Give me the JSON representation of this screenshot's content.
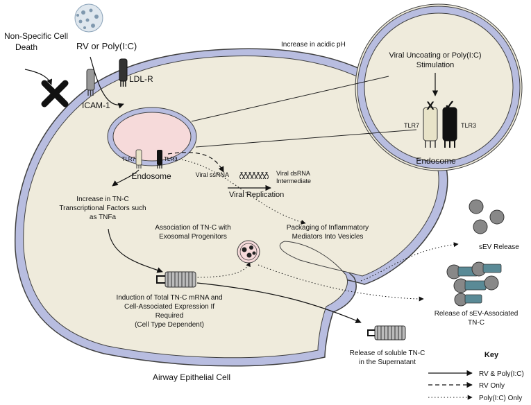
{
  "labels": {
    "non_specific_line1": "Non-Specific Cell",
    "non_specific_line2": "Death",
    "rv_polyic": "RV or Poly(I:C)",
    "ldlr": "LDL-R",
    "icam1": "ICAM-1",
    "acidic_ph": "Increase in acidic pH",
    "uncoating_line1": "Viral Uncoating or Poly(I:C)",
    "uncoating_line2": "Stimulation",
    "tlr7": "TLR7",
    "tlr3": "TLR3",
    "endosome": "Endosome",
    "viral_ssrna": "Viral ssRNA",
    "viral_dsrna_line1": "Viral dsRNA",
    "viral_dsrna_line2": "Intermediate",
    "viral_replication": "Viral Replication",
    "tnc_tf_line1": "Increase in TN-C",
    "tnc_tf_line2": "Transcriptional Factors such",
    "tnc_tf_line3": "as TNFa",
    "assoc_line1": "Association of TN-C with",
    "assoc_line2": "Exosomal Progenitors",
    "packaging_line1": "Packaging of Inflammatory",
    "packaging_line2": "Mediators Into Vesicles",
    "induction_line1": "Induction of Total TN-C mRNA and",
    "induction_line2": "Cell-Associated Expression If",
    "induction_line3": "Required",
    "induction_line4": "(Cell Type Dependent)",
    "sev_release": "sEV Release",
    "sev_assoc_line1": "Release of sEV-Associated",
    "sev_assoc_line2": "TN-C",
    "soluble_line1": "Release of soluble TN-C",
    "soluble_line2": "in the Supernatant",
    "airway_cell": "Airway Epithelial Cell"
  },
  "key": {
    "title": "Key",
    "items": [
      {
        "label": "RV & Poly(I:C)",
        "style": "solid"
      },
      {
        "label": "RV Only",
        "style": "dashed"
      },
      {
        "label": "Poly(I:C) Only",
        "style": "dotted"
      }
    ]
  },
  "symbols": {
    "tlr7_status": "X",
    "tlr3_status": "✓"
  },
  "colors": {
    "cytoplasm": "#efebdc",
    "membrane": "#b8bde0",
    "endosome_lumen": "#f6dada",
    "outline": "#404040"
  }
}
